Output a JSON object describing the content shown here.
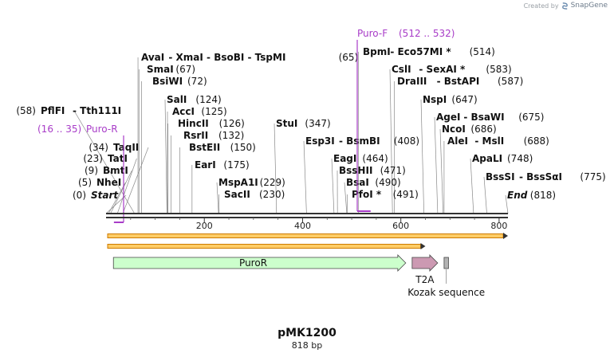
{
  "credit": {
    "prefix": "Created by",
    "brand": "SnapGene"
  },
  "plasmid": {
    "name": "pMK1200",
    "length_text": "818 bp",
    "length": 818
  },
  "ruler": {
    "ticks": [
      {
        "pos": 200,
        "label": "200"
      },
      {
        "pos": 400,
        "label": "400"
      },
      {
        "pos": 600,
        "label": "600"
      },
      {
        "pos": 800,
        "label": "800"
      }
    ]
  },
  "primers": [
    {
      "name": "Puro-R",
      "range": "(16 .. 35)"
    },
    {
      "name": "Puro-F",
      "range": "(512 .. 532)"
    }
  ],
  "sites": [
    {
      "name": "Start",
      "coord": "(0)",
      "bp": 0,
      "style": "italic"
    },
    {
      "name": "NheI",
      "coord": "(5)",
      "bp": 5
    },
    {
      "name": "BmtI",
      "coord": "(9)",
      "bp": 9
    },
    {
      "name": "TatI",
      "coord": "(23)",
      "bp": 23
    },
    {
      "name": "TaqII",
      "coord": "(34)",
      "bp": 34
    },
    {
      "name": "PflFI",
      "extra": "Tth111I",
      "coord": "(58)",
      "bp": 58
    },
    {
      "name": "AvaI",
      "extra": "XmaI  -  BsoBI  -  TspMI",
      "coord": "(65)",
      "bp": 65
    },
    {
      "name": "SmaI",
      "coord": "(67)",
      "bp": 67
    },
    {
      "name": "BsiWI",
      "coord": "(72)",
      "bp": 72
    },
    {
      "name": "SalI",
      "coord": "(124)",
      "bp": 124
    },
    {
      "name": "AccI",
      "coord": "(125)",
      "bp": 125
    },
    {
      "name": "HincII",
      "coord": "(126)",
      "bp": 126
    },
    {
      "name": "RsrII",
      "coord": "(132)",
      "bp": 132
    },
    {
      "name": "BstEII",
      "coord": "(150)",
      "bp": 150
    },
    {
      "name": "EarI",
      "coord": "(175)",
      "bp": 175
    },
    {
      "name": "MspA1I",
      "coord": "(229)",
      "bp": 229
    },
    {
      "name": "SacII",
      "coord": "(230)",
      "bp": 230
    },
    {
      "name": "StuI",
      "coord": "(347)",
      "bp": 347
    },
    {
      "name": "Esp3I",
      "extra": "BsmBI",
      "coord": "(408)",
      "bp": 408
    },
    {
      "name": "EagI",
      "coord": "(464)",
      "bp": 464
    },
    {
      "name": "BssHII",
      "coord": "(471)",
      "bp": 471
    },
    {
      "name": "BsaI",
      "coord": "(490)",
      "bp": 490
    },
    {
      "name": "PfoI *",
      "coord": "(491)",
      "bp": 491
    },
    {
      "name": "BpmI",
      "extra": "Eco57MI *",
      "coord": "(514)",
      "bp": 514
    },
    {
      "name": "CslI",
      "extra": "SexAI *",
      "coord": "(583)",
      "bp": 583
    },
    {
      "name": "DraIII",
      "extra": "BstAPI",
      "coord": "(587)",
      "bp": 587
    },
    {
      "name": "NspI",
      "coord": "(647)",
      "bp": 647
    },
    {
      "name": "AgeI",
      "extra": "BsaWI",
      "coord": "(675)",
      "bp": 675
    },
    {
      "name": "NcoI",
      "coord": "(686)",
      "bp": 686
    },
    {
      "name": "AleI",
      "extra": "MslI",
      "coord": "(688)",
      "bp": 688
    },
    {
      "name": "ApaLI",
      "coord": "(748)",
      "bp": 748
    },
    {
      "name": "BssSI",
      "extra": "BssSαI",
      "coord": "(775)",
      "bp": 775
    },
    {
      "name": "End",
      "coord": "(818)",
      "bp": 818,
      "style": "italic"
    }
  ],
  "orfs": [
    {
      "name": "orf-long",
      "start": 0,
      "end": 818,
      "direction": "forward"
    },
    {
      "name": "orf-short",
      "start": 0,
      "end": 650,
      "direction": "forward"
    }
  ],
  "features": [
    {
      "name": "PuroR",
      "start": 15,
      "end": 610,
      "color": "#ccffcc",
      "shape": "arrow"
    },
    {
      "name": "T2A",
      "start": 623,
      "end": 675,
      "color": "#cc99b2",
      "shape": "arrow"
    },
    {
      "name": "Kozak sequence",
      "start": 688,
      "end": 697,
      "color": "#b3b3b3",
      "shape": "box"
    }
  ],
  "colors": {
    "backbone": "#333333",
    "primer": "#a83cc8",
    "orf_fill": "#ffcc66",
    "orf_edge": "#cc7a00"
  }
}
